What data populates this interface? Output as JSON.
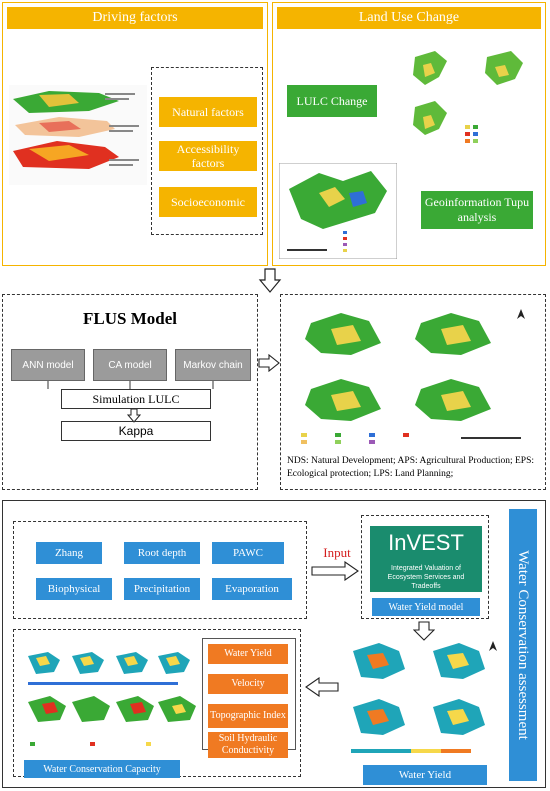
{
  "driving": {
    "title": "Driving factors",
    "natural": "Natural factors",
    "accessibility": "Accessibility factors",
    "socio": "Socioeconomic"
  },
  "landuse": {
    "title": "Land Use Change",
    "lulc": "LULC Change",
    "geo": "Geoinformation Tupu analysis"
  },
  "flus": {
    "title": "FLUS Model",
    "ann": "ANN model",
    "ca": "CA model",
    "markov": "Markov chain",
    "simulation": "Simulation LULC",
    "kappa": "Kappa"
  },
  "scenarios": {
    "caption": "NDS: Natural Development; APS: Agricultural Production; EPS: Ecological protection; LPS: Land Planning;"
  },
  "inputs": {
    "zhang": "Zhang",
    "root": "Root depth",
    "pawc": "PAWC",
    "bio": "Biophysical",
    "precip": "Precipitation",
    "evap": "Evaporation",
    "arrow_label": "Input"
  },
  "invest": {
    "logo": "InVEST",
    "subtitle": "Integrated Valuation of Ecosystem Services and Tradeoffs",
    "label": "Water Yield model"
  },
  "capacity": {
    "wy": "Water Yield",
    "velocity": "Velocity",
    "topo": "Topographic Index",
    "soil": "Soil Hydraulic Conductivity",
    "label": "Water Conservation Capacity"
  },
  "wateryield": {
    "label": "Water Yield"
  },
  "side": {
    "title": "Water Conservation assessment"
  },
  "colors": {
    "yellow": "#f5b400",
    "green": "#3aa935",
    "blue": "#2f8fd6",
    "orange": "#f07a22",
    "gray": "#9b9b9b",
    "teal": "#1a8c6e"
  }
}
